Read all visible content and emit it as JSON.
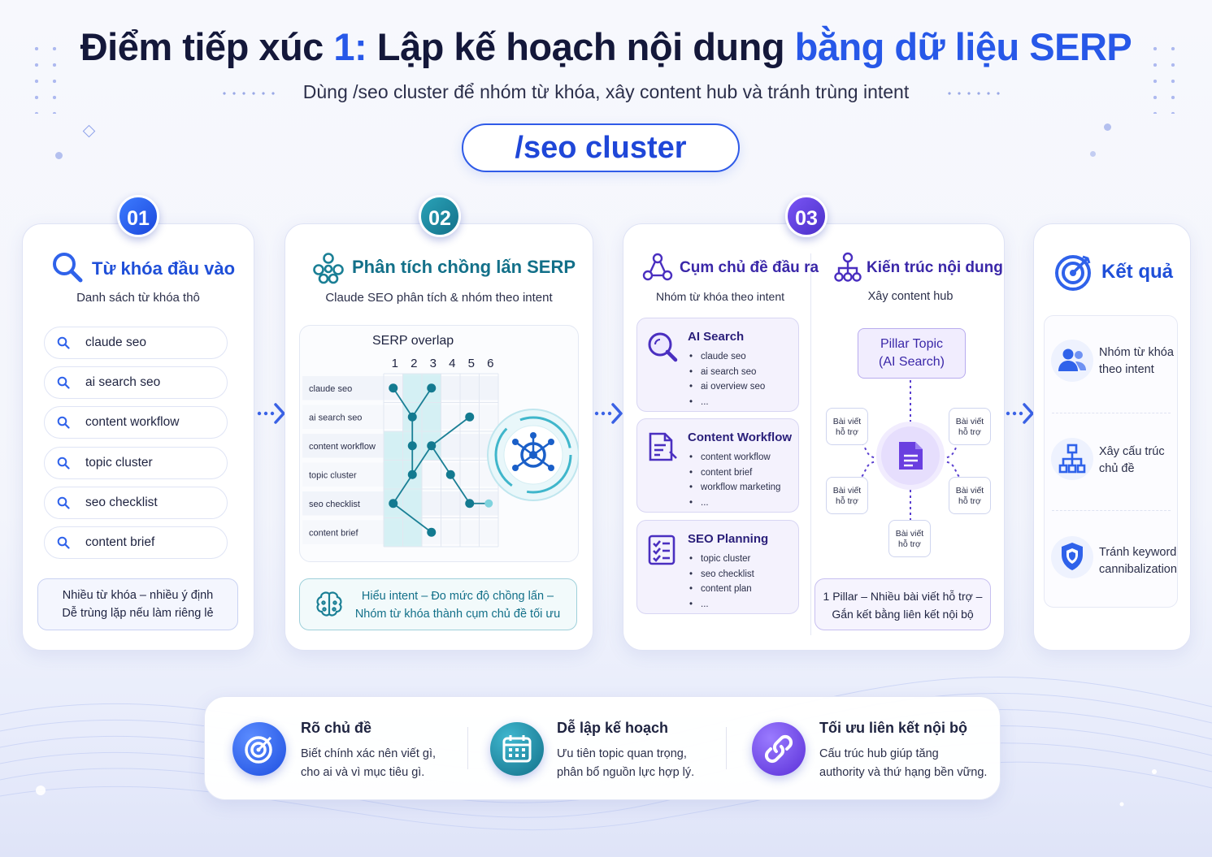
{
  "header": {
    "title_prefix": "Điểm tiếp xúc ",
    "title_highlight": "1:",
    "title_middle": " Lập kế hoạch nội dung ",
    "title_highlight2": "bằng dữ liệu SERP",
    "subtitle": "Dùng /seo cluster để nhóm từ khóa, xây content hub và tránh trùng intent",
    "command": "/seo cluster"
  },
  "step1": {
    "badge": "01",
    "title": "Từ khóa đầu vào",
    "subtitle": "Danh sách từ khóa thô",
    "keywords": [
      "claude seo",
      "ai search seo",
      "content workflow",
      "topic cluster",
      "seo checklist",
      "content brief"
    ],
    "note_line1": "Nhiều từ khóa – nhiều ý định",
    "note_line2": "Dễ trùng lặp nếu làm riêng lẻ"
  },
  "step2": {
    "badge": "02",
    "title": "Phân tích chồng lấn SERP",
    "subtitle": "Claude SEO phân tích & nhóm theo intent",
    "chart_title": "SERP overlap",
    "columns": [
      "1",
      "2",
      "3",
      "4",
      "5",
      "6"
    ],
    "rows": [
      "claude seo",
      "ai search seo",
      "content workflow",
      "topic cluster",
      "seo checklist",
      "content brief"
    ],
    "note_line1": "Hiểu intent – Đo mức độ chồng lấn –",
    "note_line2": "Nhóm từ khóa thành cụm chủ đề tối ưu"
  },
  "step3": {
    "badge": "03",
    "clusters_title": "Cụm chủ đề đầu ra",
    "clusters_subtitle": "Nhóm từ khóa theo intent",
    "groups": [
      {
        "title": "AI Search",
        "items": [
          "claude seo",
          "ai search seo",
          "ai overview seo",
          "..."
        ]
      },
      {
        "title": "Content Workflow",
        "items": [
          "content workflow",
          "content brief",
          "workflow marketing",
          "..."
        ]
      },
      {
        "title": "SEO Planning",
        "items": [
          "topic cluster",
          "seo checklist",
          "content plan",
          "..."
        ]
      }
    ],
    "arch_title": "Kiến trúc nội dung",
    "arch_subtitle": "Xây content hub",
    "pillar_line1": "Pillar Topic",
    "pillar_line2": "(AI Search)",
    "support_line1": "Bài viết",
    "support_line2": "hỗ trợ",
    "arch_note_line1": "1 Pillar – Nhiều bài viết hỗ trợ –",
    "arch_note_line2": "Gắn kết bằng liên kết nội bộ"
  },
  "result": {
    "title": "Kết quả",
    "items": [
      {
        "line1": "Nhóm từ khóa",
        "line2": "theo intent",
        "icon": "users-icon"
      },
      {
        "line1": "Xây cấu trúc",
        "line2": "chủ đề",
        "icon": "hierarchy-icon"
      },
      {
        "line1": "Tránh keyword",
        "line2": "cannibalization",
        "icon": "shield-icon"
      }
    ]
  },
  "benefits": [
    {
      "title": "Rõ chủ đề",
      "line1": "Biết chính xác nên viết gì,",
      "line2": "cho ai và vì mục tiêu gì.",
      "icon": "target-icon",
      "color": "#2f6af0"
    },
    {
      "title": "Dễ lập kế hoạch",
      "line1": "Ưu tiên topic quan trọng,",
      "line2": "phân bổ nguồn lực hợp lý.",
      "icon": "calendar-icon",
      "color": "#1a8db0"
    },
    {
      "title": "Tối ưu liên kết nội bộ",
      "line1": "Cấu trúc hub giúp tăng",
      "line2": "authority và thứ hạng bền vững.",
      "icon": "link-icon",
      "color": "#6a3fe0"
    }
  ],
  "colors": {
    "blue": "#2758e8",
    "teal": "#1a7f95",
    "purple": "#4a2fc0"
  }
}
